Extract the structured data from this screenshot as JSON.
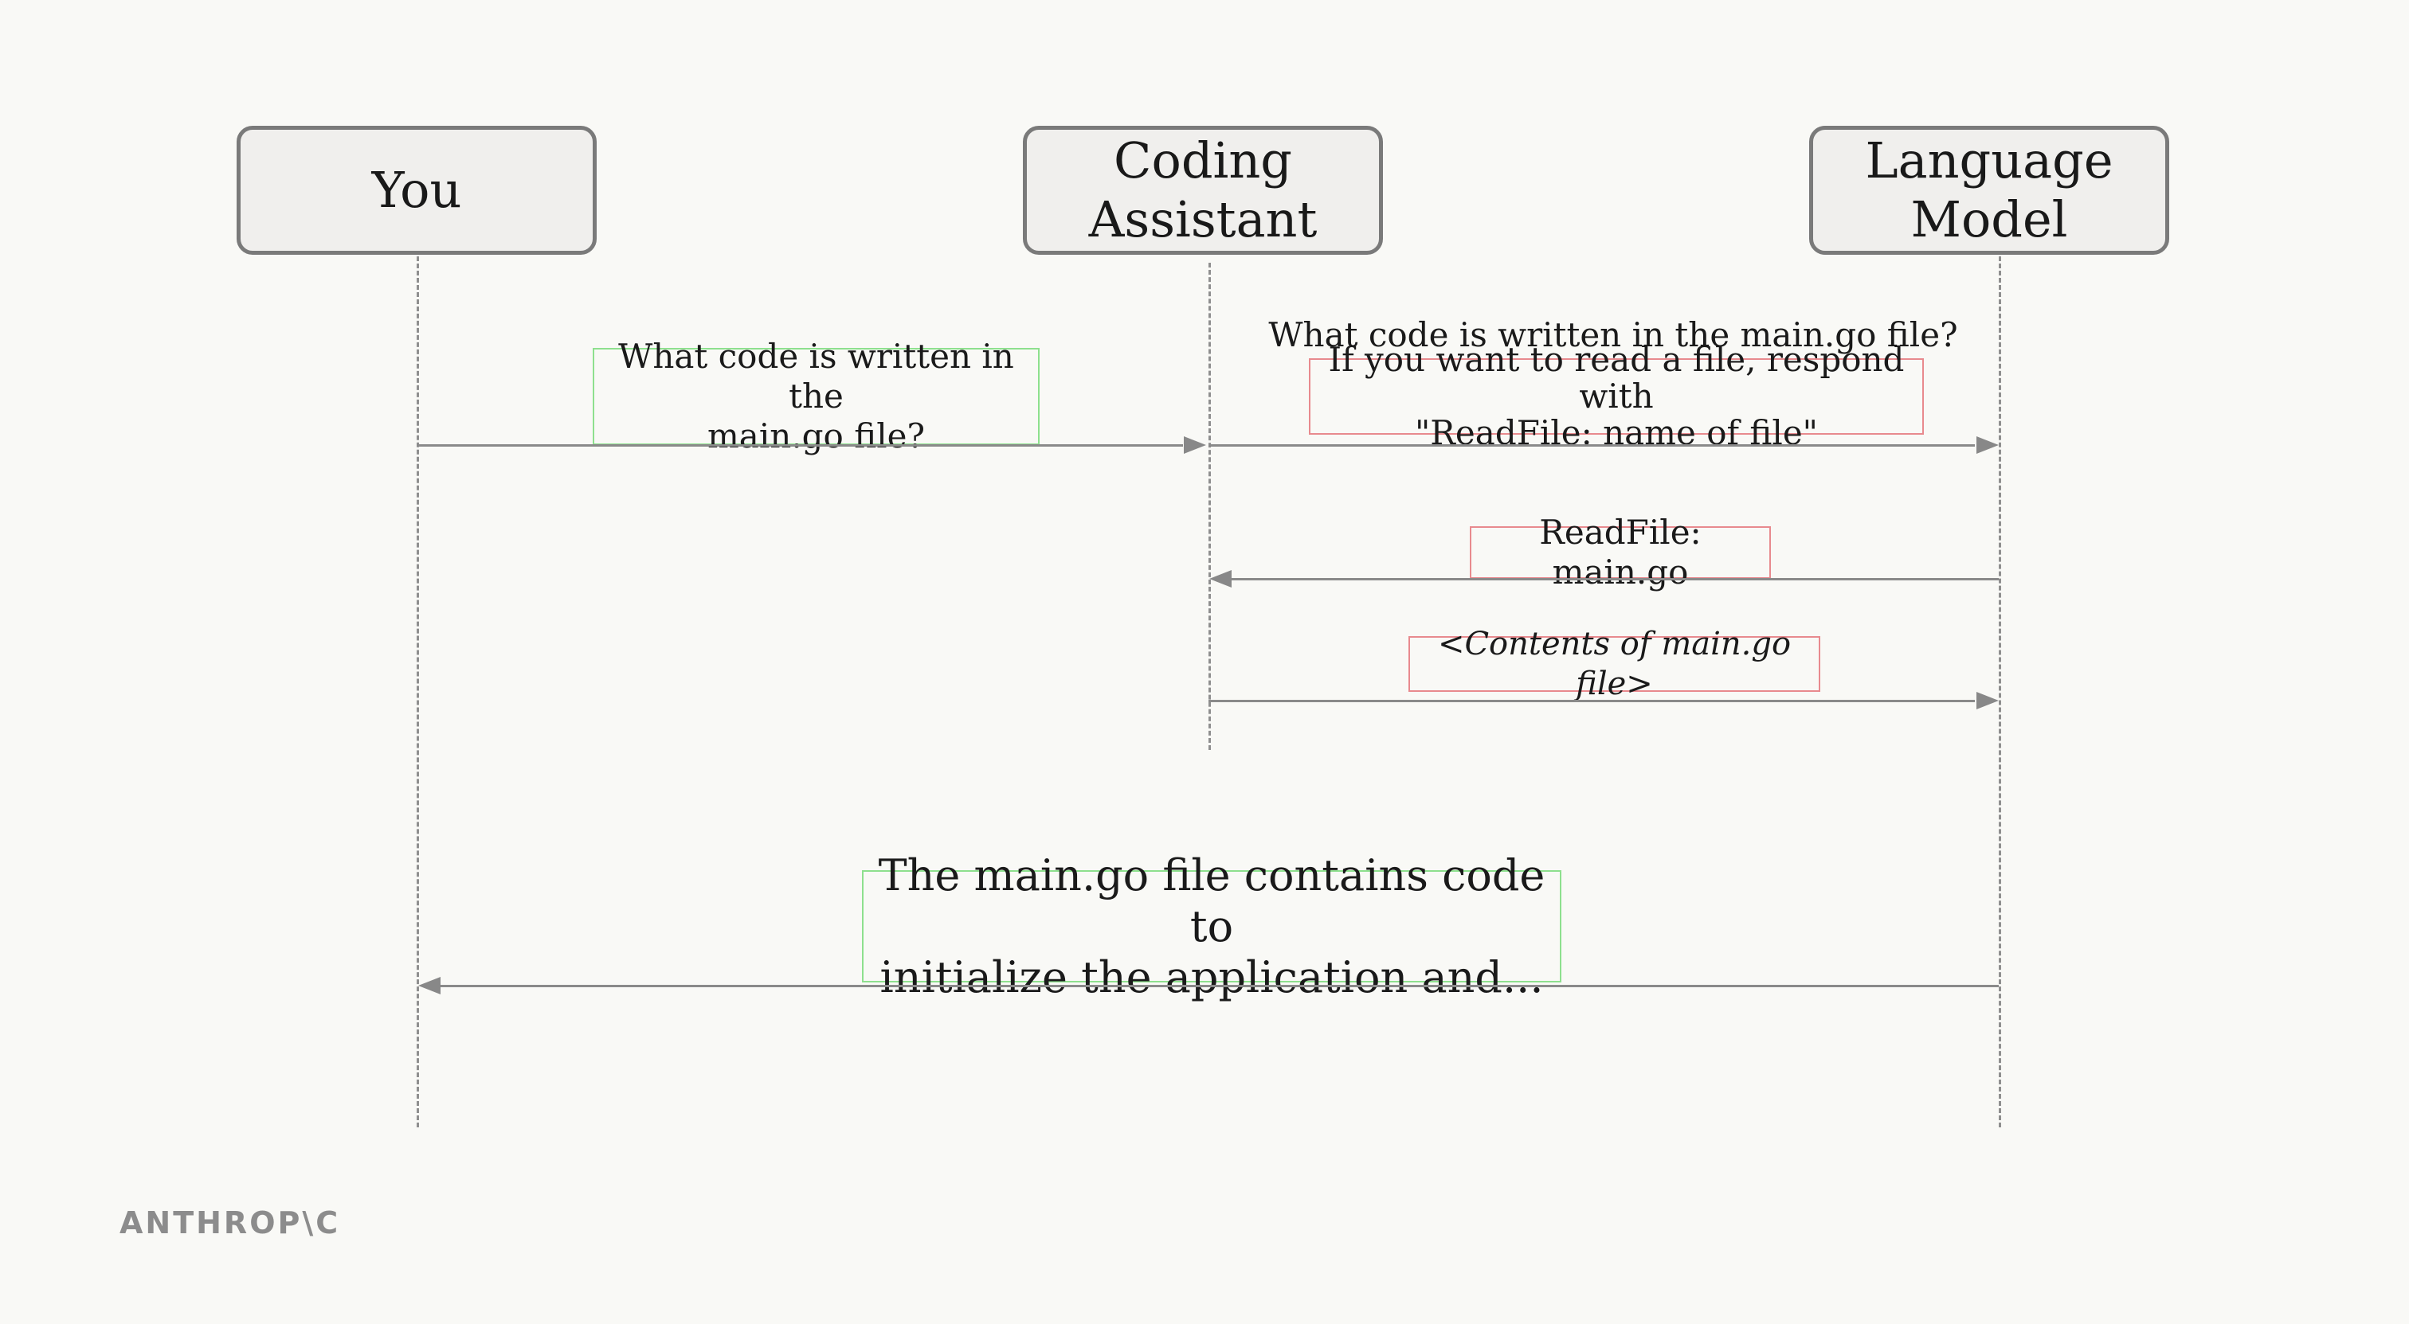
{
  "actors": {
    "you": "You",
    "assistant_line1": "Coding",
    "assistant_line2": "Assistant",
    "model_line1": "Language",
    "model_line2": "Model"
  },
  "messages": {
    "user_question_line1": "What code is written in the",
    "user_question_line2": "main.go file?",
    "assistant_question": "What code is written in the main.go file?",
    "assistant_instruction_line1": "If you want to read a file, respond with",
    "assistant_instruction_line2": "\"ReadFile: name of file\"",
    "model_tool_call": "ReadFile: main.go",
    "file_contents": "<Contents of main.go file>",
    "final_answer_line1": "The main.go file contains code to",
    "final_answer_line2": "initialize the application and..."
  },
  "colors": {
    "user_highlight": "#8ee08e",
    "tool_highlight": "#e88a8e",
    "line": "#8a8a8a",
    "background": "#f9f9f6"
  },
  "brand": {
    "logo_text": "ANTHROP\\C"
  }
}
